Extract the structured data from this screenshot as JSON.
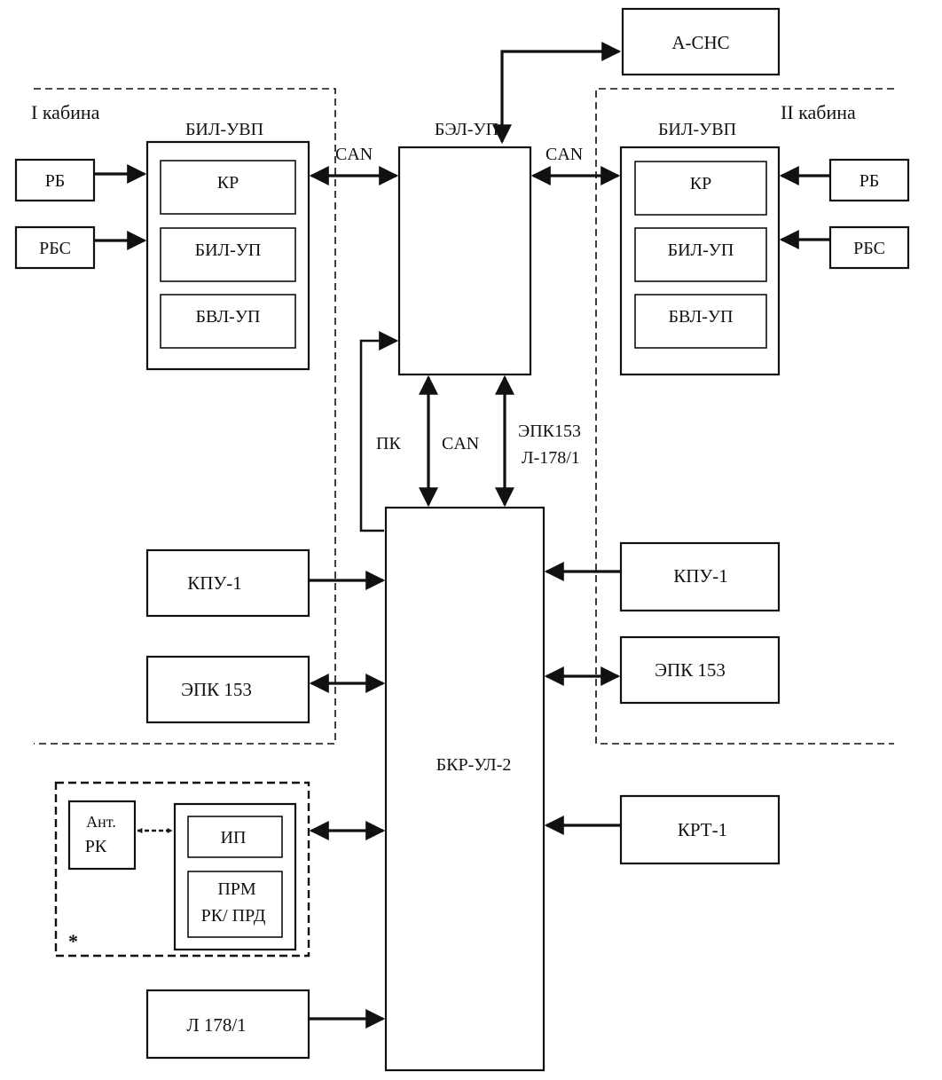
{
  "zones": {
    "cabin1": "I кабина",
    "cabin2": "II кабина",
    "radio_note": "*"
  },
  "blocks": {
    "a_snc": "А-СНС",
    "bel_up": "БЭЛ-УП",
    "bkr_ul2": "БКР-УЛ-2",
    "bil_uvp_1": "БИЛ-УВП",
    "bil_uvp_2": "БИЛ-УВП",
    "kr_1": "КР",
    "bil_up_1": "БИЛ-УП",
    "bvl_up_1": "БВЛ-УП",
    "kr_2": "КР",
    "bil_up_2": "БИЛ-УП",
    "bvl_up_2": "БВЛ-УП",
    "rb_1": "РБ",
    "rbs_1": "РБС",
    "rb_2": "РБ",
    "rbs_2": "РБС",
    "kpu_1": "КПУ-1",
    "kpu_2": "КПУ-1",
    "epk_1": "ЭПК 153",
    "epk_2": "ЭПК 153",
    "krt": "КРТ-1",
    "l178": "Л 178/1",
    "ant_line1": "Ант.",
    "ant_line2": "РК",
    "ip": "ИП",
    "prm_line1": "ПРМ",
    "prm_line2": "РК/ ПРД"
  },
  "links": {
    "can_left": "CAN",
    "can_right": "CAN",
    "can_mid": "CAN",
    "pk": "ПК",
    "epk_line1": "ЭПК153",
    "epk_line2": "Л-178/1"
  }
}
